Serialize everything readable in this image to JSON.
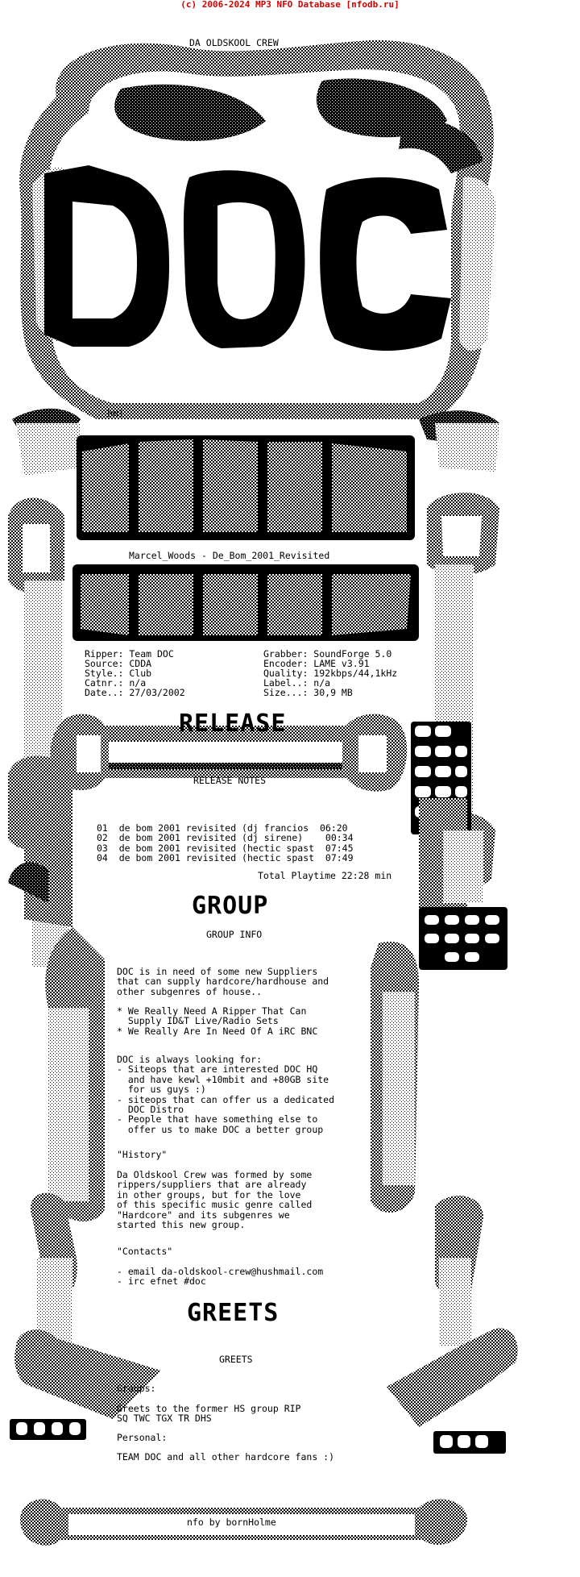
{
  "header": {
    "text": "(c) 2006-2024 MP3 NFO Database [nfodb.ru]"
  },
  "crew": {
    "name": "DA OLDSKOOL CREW",
    "artist_tag": "bH!"
  },
  "release": {
    "title": "Marcel_Woods - De_Bom_2001_Revisited",
    "ripper": "Ripper: Team DOC",
    "source": "Source: CDDA",
    "style": "Style.: Club",
    "catnr": "Catnr.: n/a",
    "date": "Date..: 27/03/2002",
    "grabber": "Grabber: SoundForge 5.0",
    "encoder": "Encoder: LAME v3.91",
    "quality": "Quality: 192kbps/44,1kHz",
    "label": "Label..: n/a",
    "size": "Size...: 30,9 MB"
  },
  "sections": {
    "release_banner": "RELEASE",
    "release_notes": "RELEASE NOTES",
    "group_banner": "GROUP",
    "group_info": "GROUP INFO",
    "greets_banner": "GREETS",
    "greets": "GREETS"
  },
  "tracks": [
    {
      "no": "01",
      "title": "de bom 2001 revisited (dj francios",
      "time": "06:20"
    },
    {
      "no": "02",
      "title": "de bom 2001 revisited (dj sirene)  ",
      "time": "00:34"
    },
    {
      "no": "03",
      "title": "de bom 2001 revisited (hectic spast",
      "time": "07:45"
    },
    {
      "no": "04",
      "title": "de bom 2001 revisited (hectic spast",
      "time": "07:49"
    }
  ],
  "total_playtime": "Total Playtime 22:28 min",
  "group_info": {
    "intro": "DOC is in need of some new Suppliers\nthat can supply hardcore/hardhouse and\nother subgenres of house..",
    "needs": "* We Really Need A Ripper That Can\n  Supply ID&T Live/Radio Sets\n* We Really Are In Need Of A iRC BNC",
    "looking": "DOC is always looking for:\n- Siteops that are interested DOC HQ\n  and have kewl +10mbit and +80GB site\n  for us guys :)\n- siteops that can offer us a dedicated\n  DOC Distro\n- People that have something else to\n  offer us to make DOC a better group",
    "history_title": "\"History\"",
    "history": "Da Oldskool Crew was formed by some\nrippers/suppliers that are already\nin other groups, but for the love\nof this specific music genre called\n\"Hardcore\" and its subgenres we\nstarted this new group.",
    "contacts_title": "\"Contacts\"",
    "contacts": "- email da-oldskool-crew@hushmail.com\n- irc efnet #doc"
  },
  "greets": {
    "groups_title": "Groups:",
    "groups_text": "Greets to the former HS group RIP\nSQ TWC TGX TR DHS",
    "personal_title": "Personal:",
    "personal_text": "TEAM DOC and all other hardcore fans :)"
  },
  "footer": {
    "credit": "nfo by bornHolme"
  },
  "colors": {
    "header": "#d40000",
    "ink": "#000000",
    "paper": "#ffffff"
  }
}
